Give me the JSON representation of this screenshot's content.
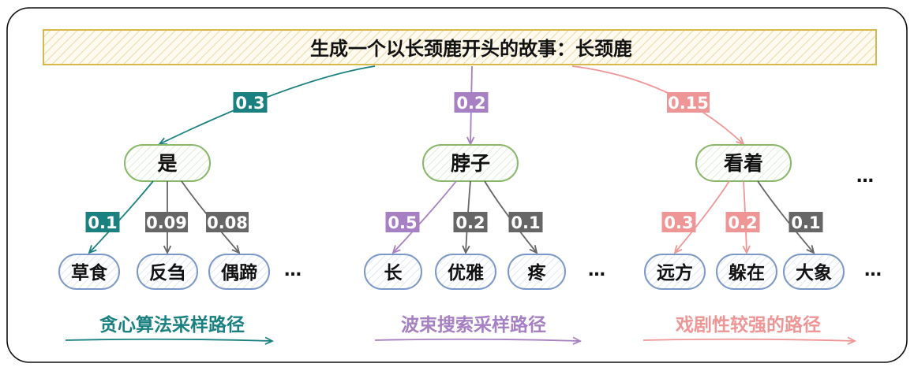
{
  "prompt": "生成一个以长颈鹿开头的故事：长颈鹿",
  "colors": {
    "greedy": "#1b8080",
    "beam": "#a680c2",
    "dramatic": "#ee9696",
    "other": "#666666",
    "node_green": "#8ab86a",
    "node_blue": "#7b98c8",
    "prompt_border": "#d9b84a",
    "prompt_fill": "#fdf3d3"
  },
  "branches": [
    {
      "key": "greedy",
      "first_token": "是",
      "first_prob": "0.3",
      "children": [
        {
          "token": "草食",
          "prob": "0.1",
          "selected": true
        },
        {
          "token": "反刍",
          "prob": "0.09",
          "selected": false
        },
        {
          "token": "偶蹄",
          "prob": "0.08",
          "selected": false
        }
      ],
      "ellipsis": "…",
      "path_label": "贪心算法采样路径"
    },
    {
      "key": "beam",
      "first_token": "脖子",
      "first_prob": "0.2",
      "children": [
        {
          "token": "长",
          "prob": "0.5",
          "selected": true
        },
        {
          "token": "优雅",
          "prob": "0.2",
          "selected": false
        },
        {
          "token": "疼",
          "prob": "0.1",
          "selected": false
        }
      ],
      "ellipsis": "…",
      "path_label": "波束搜索采样路径"
    },
    {
      "key": "dramatic",
      "first_token": "看着",
      "first_prob": "0.15",
      "children": [
        {
          "token": "远方",
          "prob": "0.3",
          "selected": true
        },
        {
          "token": "躲在",
          "prob": "0.2",
          "selected": true
        },
        {
          "token": "大象",
          "prob": "0.1",
          "selected": false
        }
      ],
      "ellipsis": "…",
      "path_label": "戏剧性较强的路径"
    }
  ],
  "more_ellipsis": "…"
}
